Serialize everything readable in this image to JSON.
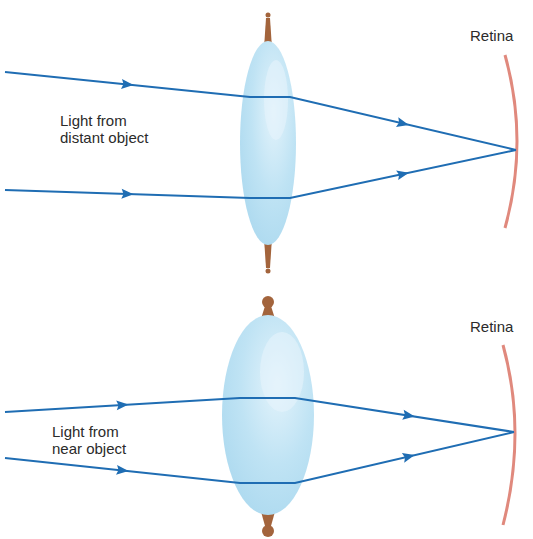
{
  "diagram": {
    "labels": [
      "Retina",
      "Light from distant object",
      "Retina",
      "Light from near object"
    ]
  }
}
